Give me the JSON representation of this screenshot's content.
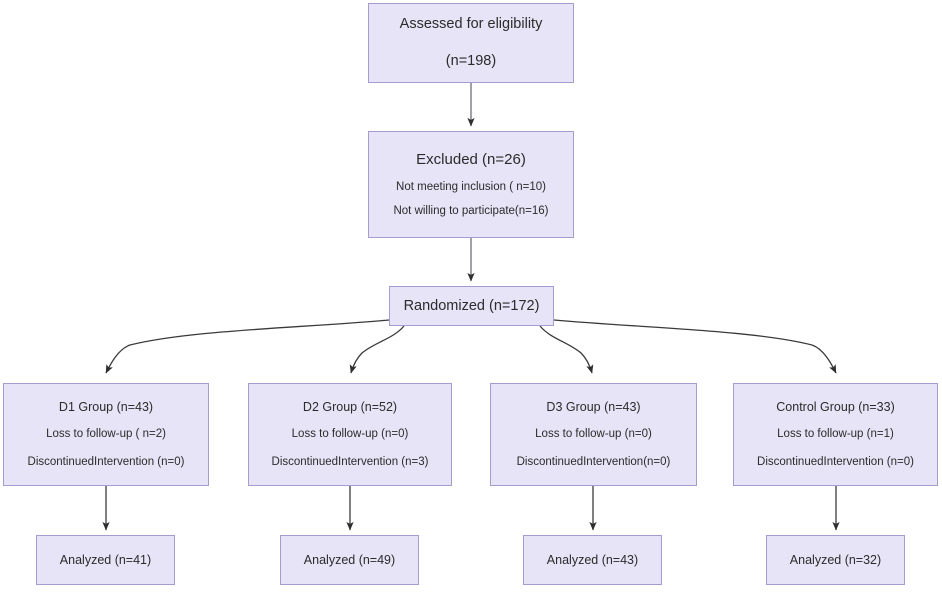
{
  "diagram": {
    "type": "consort-flow-diagram",
    "colors": {
      "node_fill": "#e6e4f6",
      "node_border": "#a79bd0",
      "text": "#2b2b2b",
      "edge": "#3a3a3a",
      "background": "#ffffff"
    },
    "nodes": {
      "assessed": {
        "title": "Assessed for eligibility",
        "count": "(n=198)"
      },
      "excluded": {
        "title": "Excluded (n=26)",
        "reason_1": "Not meeting inclusion ( n=10)",
        "reason_2": "Not willing to participate(n=16)"
      },
      "randomized": {
        "title": "Randomized (n=172)"
      },
      "groups": [
        {
          "title": "D1 Group (n=43)",
          "loss": "Loss to follow-up ( n=2)",
          "discontinued": "DiscontinuedIntervention (n=0)",
          "analyzed": "Analyzed (n=41)"
        },
        {
          "title": "D2 Group (n=52)",
          "loss": "Loss to follow-up (n=0)",
          "discontinued": "DiscontinuedIntervention (n=3)",
          "analyzed": "Analyzed (n=49)"
        },
        {
          "title": "D3 Group (n=43)",
          "loss": "Loss to follow-up (n=0)",
          "discontinued": "DiscontinuedIntervention(n=0)",
          "analyzed": "Analyzed (n=43)"
        },
        {
          "title": "Control Group (n=33)",
          "loss": "Loss to follow-up (n=1)",
          "discontinued": "DiscontinuedIntervention (n=0)",
          "analyzed": "Analyzed (n=32)"
        }
      ]
    }
  }
}
